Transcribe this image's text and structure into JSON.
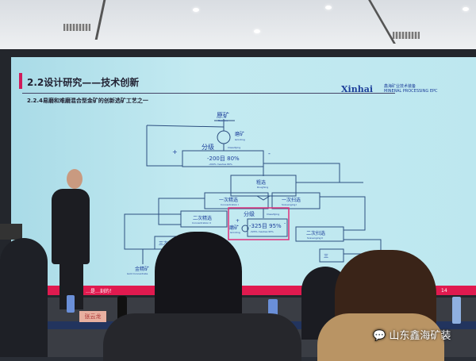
{
  "slide": {
    "title": "2.2设计研究——技术创新",
    "subtitle": "2.2.4易磨和难磨混合型金矿的创新选矿工艺之一",
    "logo": "Xinhai",
    "logo_sub": "鑫海矿业技术装备",
    "logo_sub_en": "MINERAL PROCESSING EPC",
    "page_number": "14",
    "footer_left": "…是…刻的！",
    "highlight_color": "#e0307a",
    "flow": {
      "raw_ore": "原矿",
      "raw_ore_en": "Raw ore",
      "grinding": "磨矿",
      "grinding_en": "Grinding",
      "classifying": "分级",
      "classifying_en": "Classifying",
      "plus": "+",
      "minus": "-",
      "mesh200": "-200目 80%",
      "mesh200_en": "-200% meshes 80%",
      "roughing": "粗选",
      "roughing_en": "Roughing",
      "conc1": "一次精选",
      "conc1_en": "Concentration Ⅰ",
      "scav1": "一次扫选",
      "scav1_en": "Scavenging Ⅰ",
      "conc2": "二次精选",
      "conc2_en": "Concentration Ⅱ",
      "scav2": "二次扫选",
      "scav2_en": "Scavenging Ⅱ",
      "conc3": "三次",
      "scav3": "三",
      "mesh325": "-325目 95%",
      "mesh325_en": "-325% meshes 95%",
      "gold_conc": "金精矿",
      "gold_conc_en": "Gold Concentrate"
    }
  },
  "nameplate": "张云龙",
  "watermark": "山东鑫海矿装"
}
